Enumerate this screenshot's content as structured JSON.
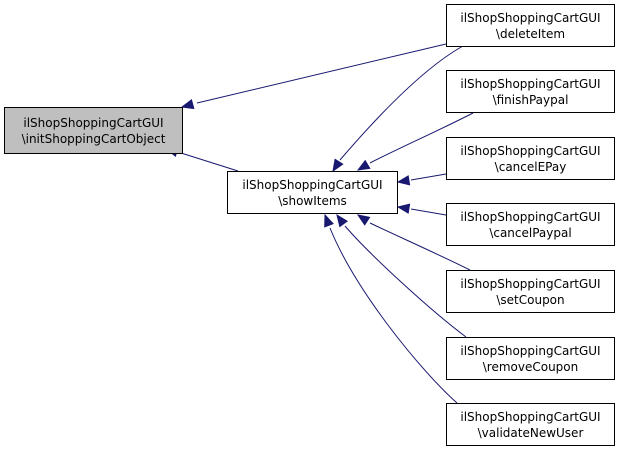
{
  "colors": {
    "edge": "#191970",
    "focus_fill": "#bfbfbf",
    "node_fill": "#ffffff",
    "border": "#000000"
  },
  "nodes": [
    {
      "id": "init",
      "line1": "ilShopShoppingCartGUI",
      "line2": "\\initShoppingCartObject",
      "focus": true
    },
    {
      "id": "show",
      "line1": "ilShopShoppingCartGUI",
      "line2": "\\showItems",
      "focus": false
    },
    {
      "id": "delete",
      "line1": "ilShopShoppingCartGUI",
      "line2": "\\deleteItem",
      "focus": false
    },
    {
      "id": "finish",
      "line1": "ilShopShoppingCartGUI",
      "line2": "\\finishPaypal",
      "focus": false
    },
    {
      "id": "cancelE",
      "line1": "ilShopShoppingCartGUI",
      "line2": "\\cancelEPay",
      "focus": false
    },
    {
      "id": "cancelP",
      "line1": "ilShopShoppingCartGUI",
      "line2": "\\cancelPaypal",
      "focus": false
    },
    {
      "id": "setC",
      "line1": "ilShopShoppingCartGUI",
      "line2": "\\setCoupon",
      "focus": false
    },
    {
      "id": "removeC",
      "line1": "ilShopShoppingCartGUI",
      "line2": "\\removeCoupon",
      "focus": false
    },
    {
      "id": "validate",
      "line1": "ilShopShoppingCartGUI",
      "line2": "\\validateNewUser",
      "focus": false
    }
  ],
  "edges": [
    {
      "from": "delete",
      "to": "init"
    },
    {
      "from": "show",
      "to": "init"
    },
    {
      "from": "delete",
      "to": "show"
    },
    {
      "from": "finish",
      "to": "show"
    },
    {
      "from": "cancelE",
      "to": "show"
    },
    {
      "from": "cancelP",
      "to": "show"
    },
    {
      "from": "setC",
      "to": "show"
    },
    {
      "from": "removeC",
      "to": "show"
    },
    {
      "from": "validate",
      "to": "show"
    }
  ]
}
